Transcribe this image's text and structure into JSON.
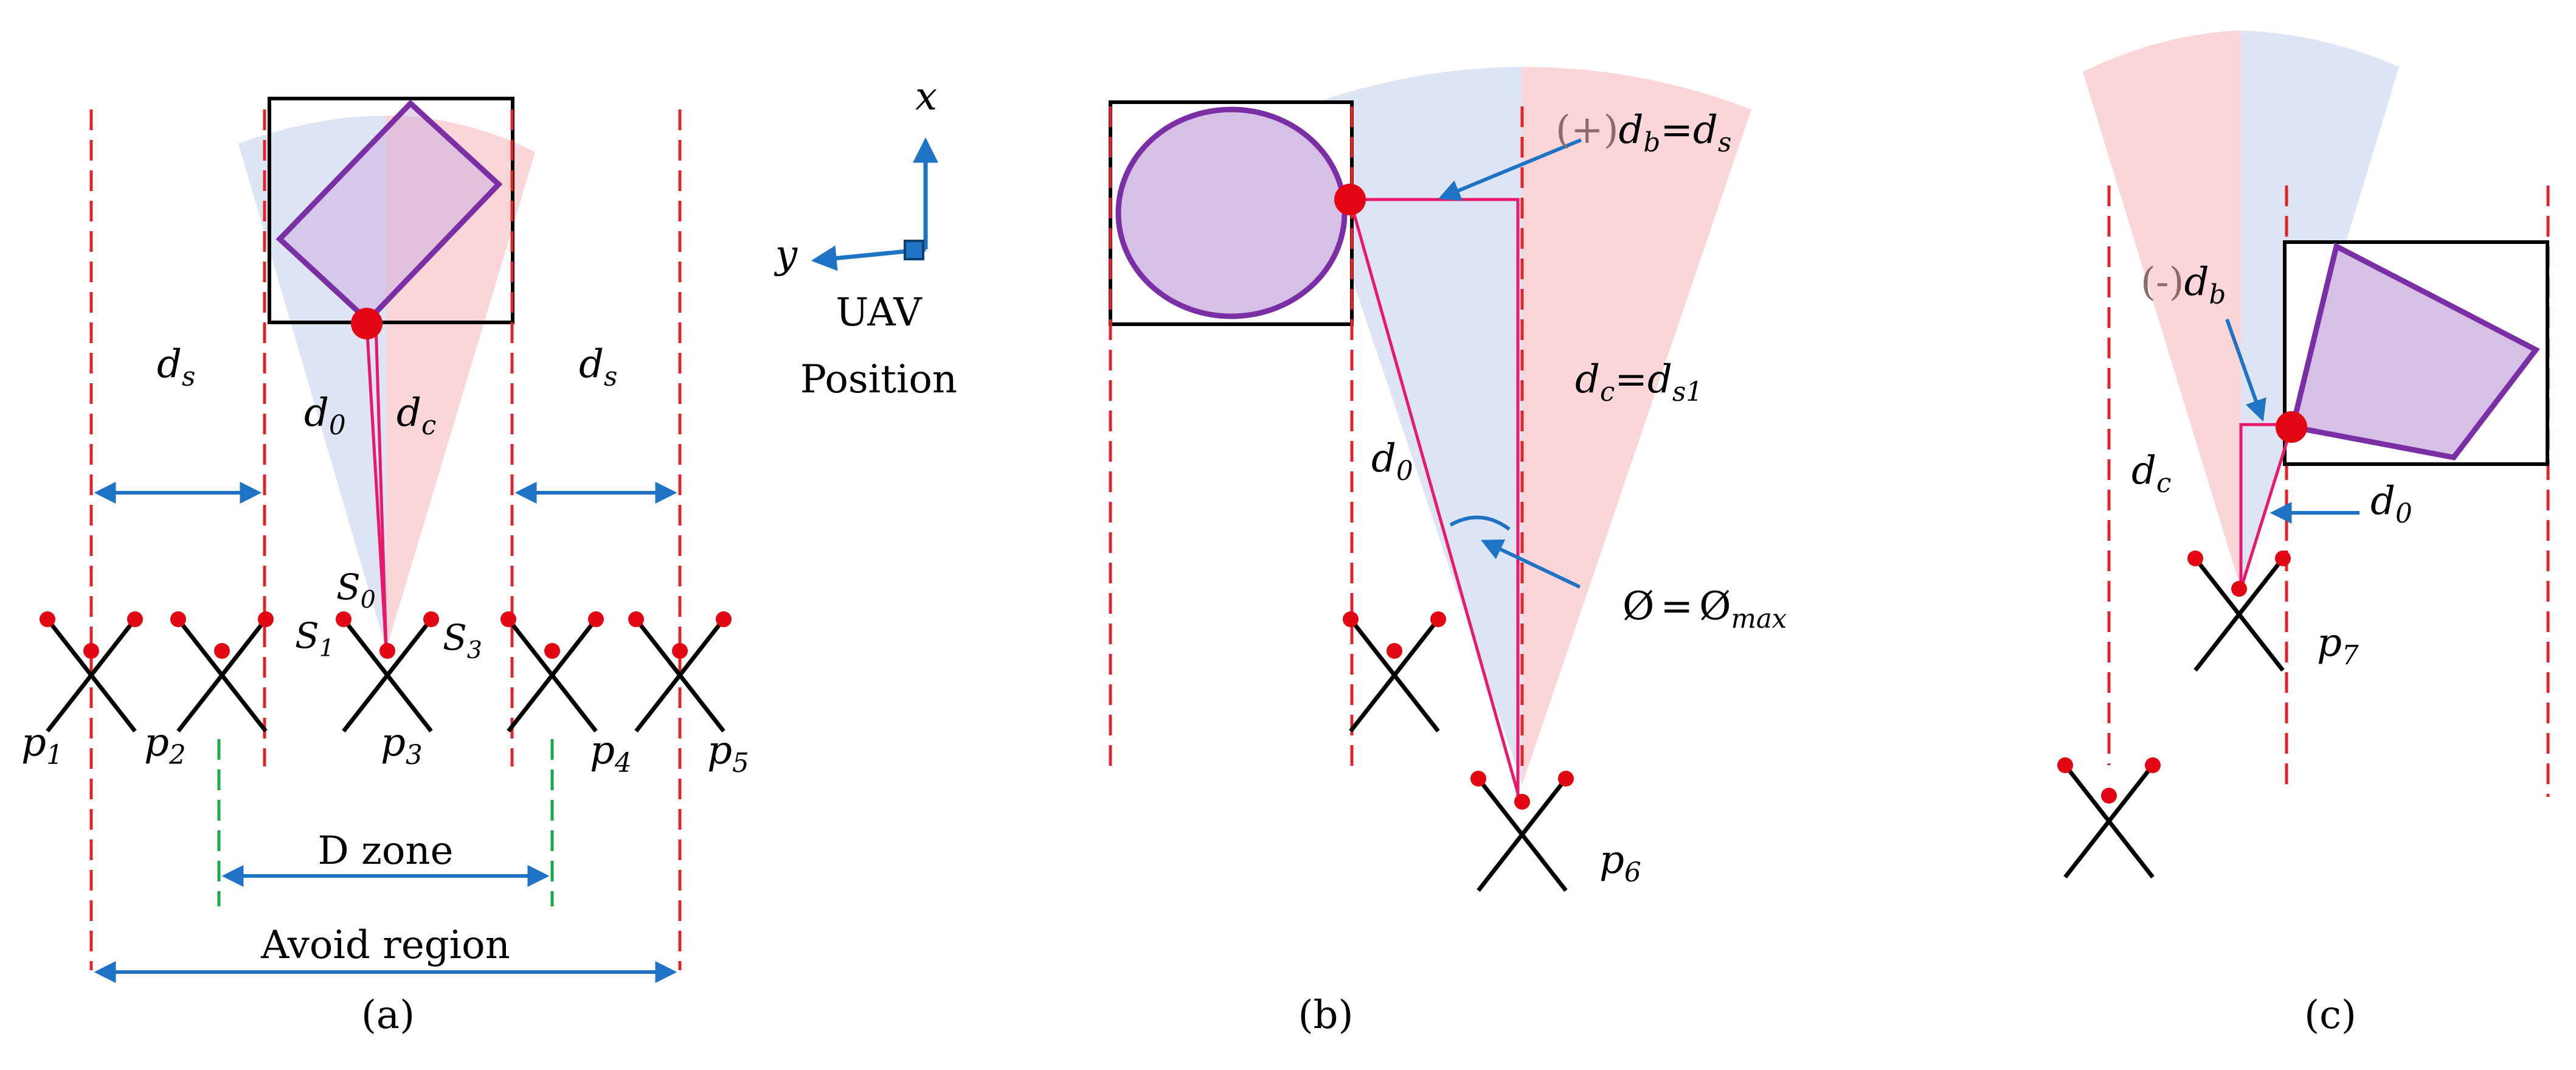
{
  "colors": {
    "boundary_red": "#e3232a",
    "dzone_green": "#19a84a",
    "arrow_blue": "#1f73c4",
    "obstacle_purple": "#7b2fa5",
    "obstacle_fill": "#cdb0e0",
    "sector_blue": "#d9e2f4",
    "sector_pink": "#fbd2d4",
    "path_magenta": "#e8196a",
    "uav_red": "#e30613"
  },
  "axes": {
    "x": "x",
    "y": "y",
    "caption_line1": "UAV",
    "caption_line2": "Position"
  },
  "panel_a": {
    "caption": "(a)",
    "ds_left": {
      "main": "d",
      "sub": "s"
    },
    "ds_right": {
      "main": "d",
      "sub": "s"
    },
    "d0": {
      "main": "d",
      "sub": "0"
    },
    "dc": {
      "main": "d",
      "sub": "c"
    },
    "s0": {
      "main": "S",
      "sub": "0"
    },
    "s1": {
      "main": "S",
      "sub": "1"
    },
    "s3": {
      "main": "S",
      "sub": "3"
    },
    "p1": {
      "main": "p",
      "sub": "1"
    },
    "p2": {
      "main": "p",
      "sub": "2"
    },
    "p3": {
      "main": "p",
      "sub": "3"
    },
    "p4": {
      "main": "p",
      "sub": "4"
    },
    "p5": {
      "main": "p",
      "sub": "5"
    },
    "dzone": "D zone",
    "avoid_region": "Avoid region"
  },
  "panel_b": {
    "caption": "(b)",
    "db_sign": "(+)",
    "db": {
      "main": "d",
      "sub": "b"
    },
    "db_eq": "=",
    "db_rhs": {
      "main": "d",
      "sub": "s"
    },
    "dc": {
      "main": "d",
      "sub": "c"
    },
    "dc_eq": "=",
    "dc_rhs": {
      "main": "d",
      "sub": "s1"
    },
    "d0": {
      "main": "d",
      "sub": "0"
    },
    "phi": "Ø",
    "phi_eq": "=",
    "phi_rhs": {
      "main": "Ø",
      "sub": "max"
    },
    "p6": {
      "main": "p",
      "sub": "6"
    }
  },
  "panel_c": {
    "caption": "(c)",
    "db_sign": "(-)",
    "db": {
      "main": "d",
      "sub": "b"
    },
    "dc": {
      "main": "d",
      "sub": "c"
    },
    "d0": {
      "main": "d",
      "sub": "0"
    },
    "p7": {
      "main": "p",
      "sub": "7"
    }
  }
}
